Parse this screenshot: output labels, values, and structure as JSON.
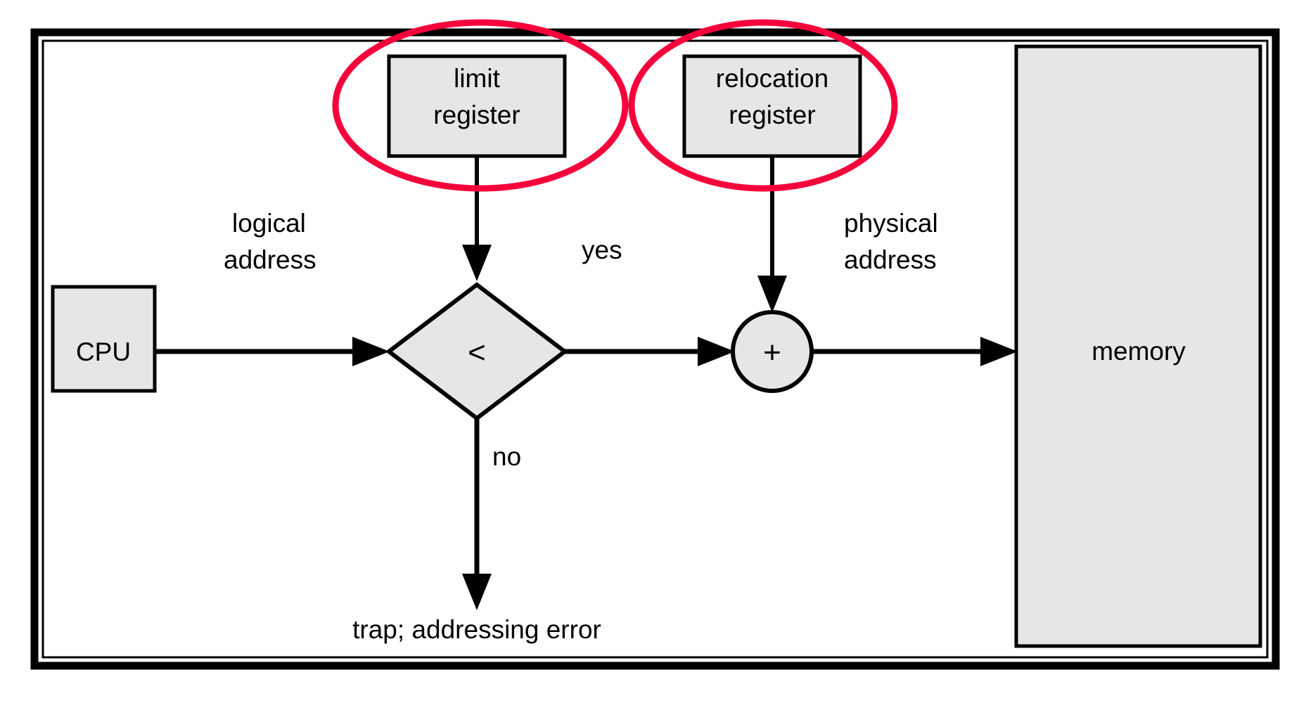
{
  "figure": {
    "title": "hardware-support-for-relocation-and-limit-registers",
    "colors": {
      "node_fill": "#e6e6e6",
      "stroke": "#000000",
      "annotation": "#f5013b",
      "background": "#ffffff"
    },
    "nodes": {
      "cpu": {
        "label": "CPU",
        "shape": "rect"
      },
      "limit_register": {
        "line1": "limit",
        "line2": "register",
        "shape": "rect"
      },
      "relocation_register": {
        "line1": "relocation",
        "line2": "register",
        "shape": "rect"
      },
      "compare": {
        "label": "<",
        "shape": "diamond"
      },
      "adder": {
        "label": "+",
        "shape": "circle"
      },
      "memory": {
        "label": "memory",
        "shape": "rect"
      }
    },
    "edge_labels": {
      "logical_address_line1": "logical",
      "logical_address_line2": "address",
      "yes": "yes",
      "no": "no",
      "physical_address_line1": "physical",
      "physical_address_line2": "address",
      "trap": "trap; addressing error"
    },
    "annotations": [
      {
        "name": "limit-register-highlight",
        "shape": "ellipse",
        "target": "limit register"
      },
      {
        "name": "relocation-register-highlight",
        "shape": "ellipse",
        "target": "relocation register"
      }
    ]
  }
}
